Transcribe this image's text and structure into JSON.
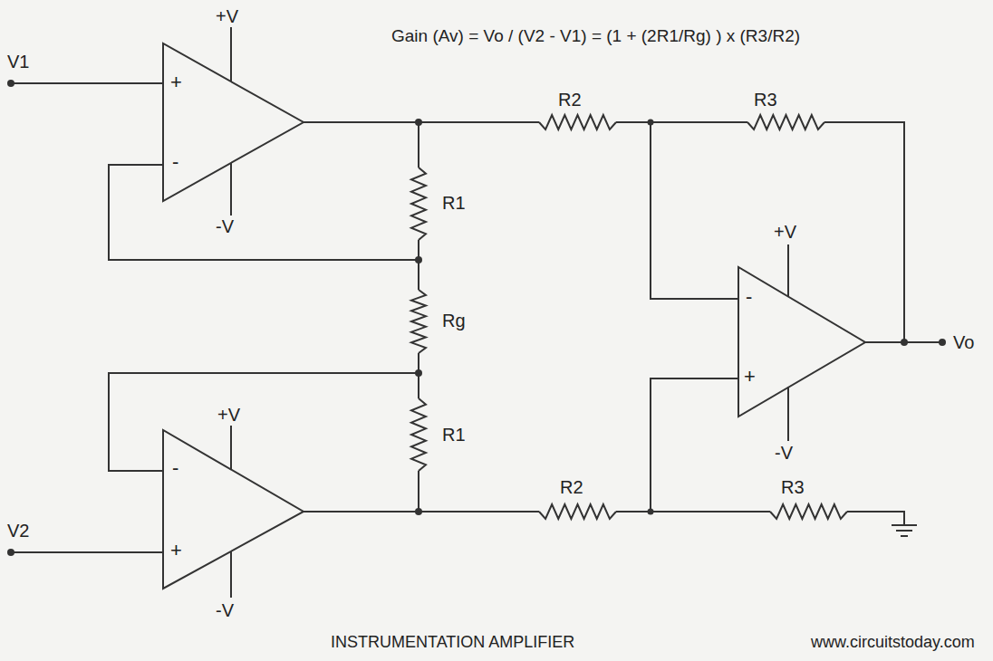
{
  "diagram": {
    "title": "Gain (Av) = Vo  /  (V2 - V1)  =  (1 + (2R1/Rg) ) x (R3/R2)",
    "caption": "INSTRUMENTATION AMPLIFIER",
    "labels": [
      "V1",
      "V2",
      "Vo",
      "R2",
      "R3",
      "R1",
      "Rg",
      "R1",
      "R2",
      "R3",
      "+V",
      "-V",
      "+V",
      "-V",
      "+V",
      "-V",
      "+",
      "-",
      "-",
      "+",
      "-",
      "+",
      "www.circuitstoday.com"
    ]
  }
}
